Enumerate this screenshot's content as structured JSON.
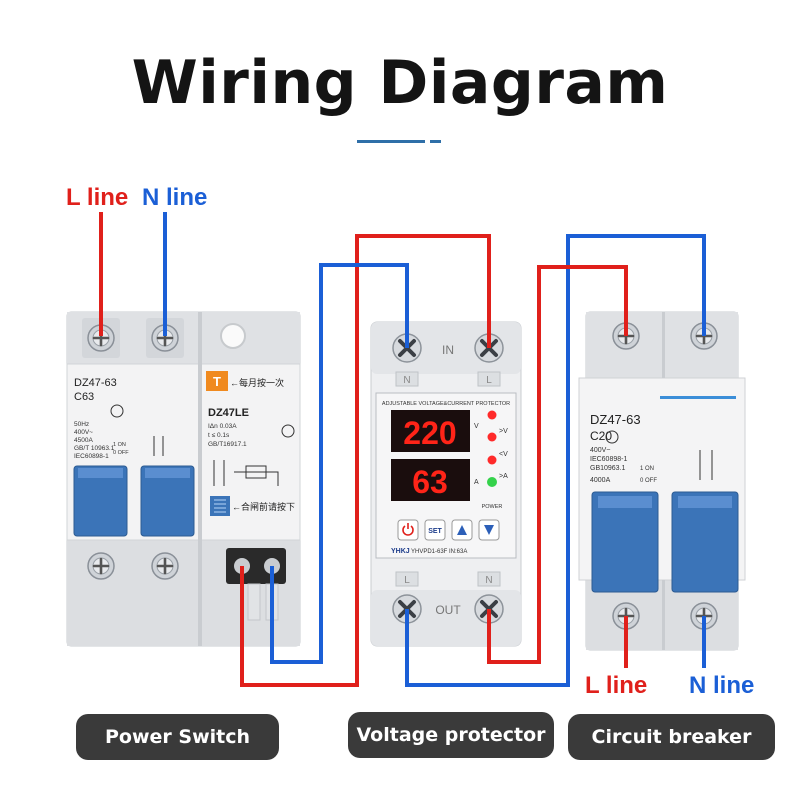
{
  "title": "Wiring Diagram",
  "input_labels": {
    "l_line": "L line",
    "n_line": "N line"
  },
  "output_labels": {
    "l_line": "L line",
    "n_line": "N line"
  },
  "devices": {
    "power_switch": {
      "caption": "Power Switch",
      "model": "DZ47-63",
      "rating": "C63",
      "spec_lines": [
        "50Hz",
        "400V~",
        "4500A",
        "GB/T 10963.1",
        "IEC60898-1"
      ],
      "on_label": "1 ON",
      "off_label": "0 OFF",
      "rcd_model": "DZ47LE",
      "rcd_spec": [
        "IΔn 0.03A",
        "t ≤ 0.1s",
        "GB/T16917.1"
      ],
      "test_note": "←每月按一次",
      "reset_note": "←合闸前请按下",
      "test_button": "T"
    },
    "voltage_protector": {
      "caption": "Voltage protector",
      "in_label": "IN",
      "out_label": "OUT",
      "terminal_n": "N",
      "terminal_l": "L",
      "header_text": "ADJUSTABLE VOLTAGE&CURRENT PROTECTOR",
      "voltage_display": "220",
      "current_display": "63",
      "indicators": [
        ">V",
        "<V",
        ">A"
      ],
      "unit_v": "V",
      "unit_a": "A",
      "power_label": "POWER",
      "set_button": "SET",
      "brand": "YHKJ",
      "model_text": "YHVPD1-63F IN:63A"
    },
    "circuit_breaker": {
      "caption": "Circuit breaker",
      "model": "DZ47-63",
      "rating": "C20",
      "spec_lines": [
        "400V~",
        "IEC60898-1",
        "GB10963.1",
        "4000A"
      ],
      "on_label": "1 ON",
      "off_label": "0 OFF"
    }
  },
  "colors": {
    "live": "#e0201b",
    "neutral": "#1b5fd6",
    "module": "#eeeff1",
    "handle": "#3b74b8",
    "display": "#1a0d0d",
    "digits": "#ff2418"
  }
}
